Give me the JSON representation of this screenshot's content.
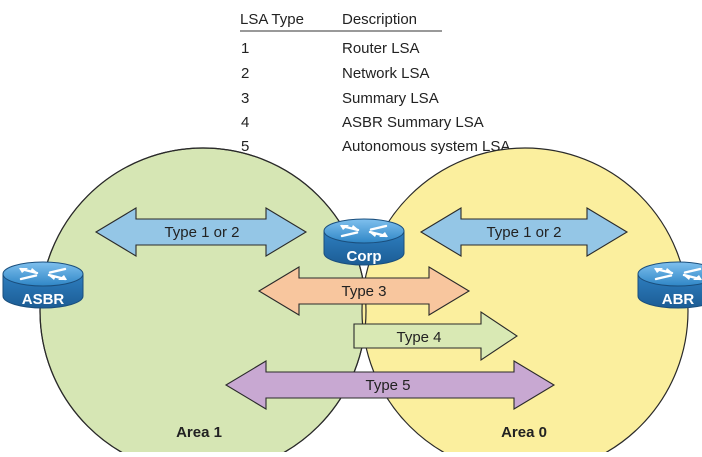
{
  "table": {
    "header": {
      "type": "LSA Type",
      "description": "Description"
    },
    "rows": [
      {
        "type": "1",
        "description": "Router LSA"
      },
      {
        "type": "2",
        "description": "Network LSA"
      },
      {
        "type": "3",
        "description": "Summary LSA"
      },
      {
        "type": "4",
        "description": "ASBR Summary LSA"
      },
      {
        "type": "5",
        "description": "Autonomous system LSA"
      }
    ]
  },
  "areas": {
    "left": "Area 1",
    "right": "Area 0"
  },
  "routers": {
    "asbr": "ASBR",
    "corp": "Corp",
    "abr": "ABR"
  },
  "arrows": {
    "left_type12": "Type 1 or 2",
    "right_type12": "Type 1 or 2",
    "type3": "Type 3",
    "type4": "Type 4",
    "type5": "Type 5"
  },
  "colors": {
    "area1_fill": "#d6e6b4",
    "area0_fill": "#fbef9e",
    "router_blue": "#2d82c3",
    "arrow_blue": "#94c6e6",
    "arrow_orange": "#f8c69e",
    "arrow_green": "#d9e9b4",
    "arrow_purple": "#c8a8d2"
  }
}
